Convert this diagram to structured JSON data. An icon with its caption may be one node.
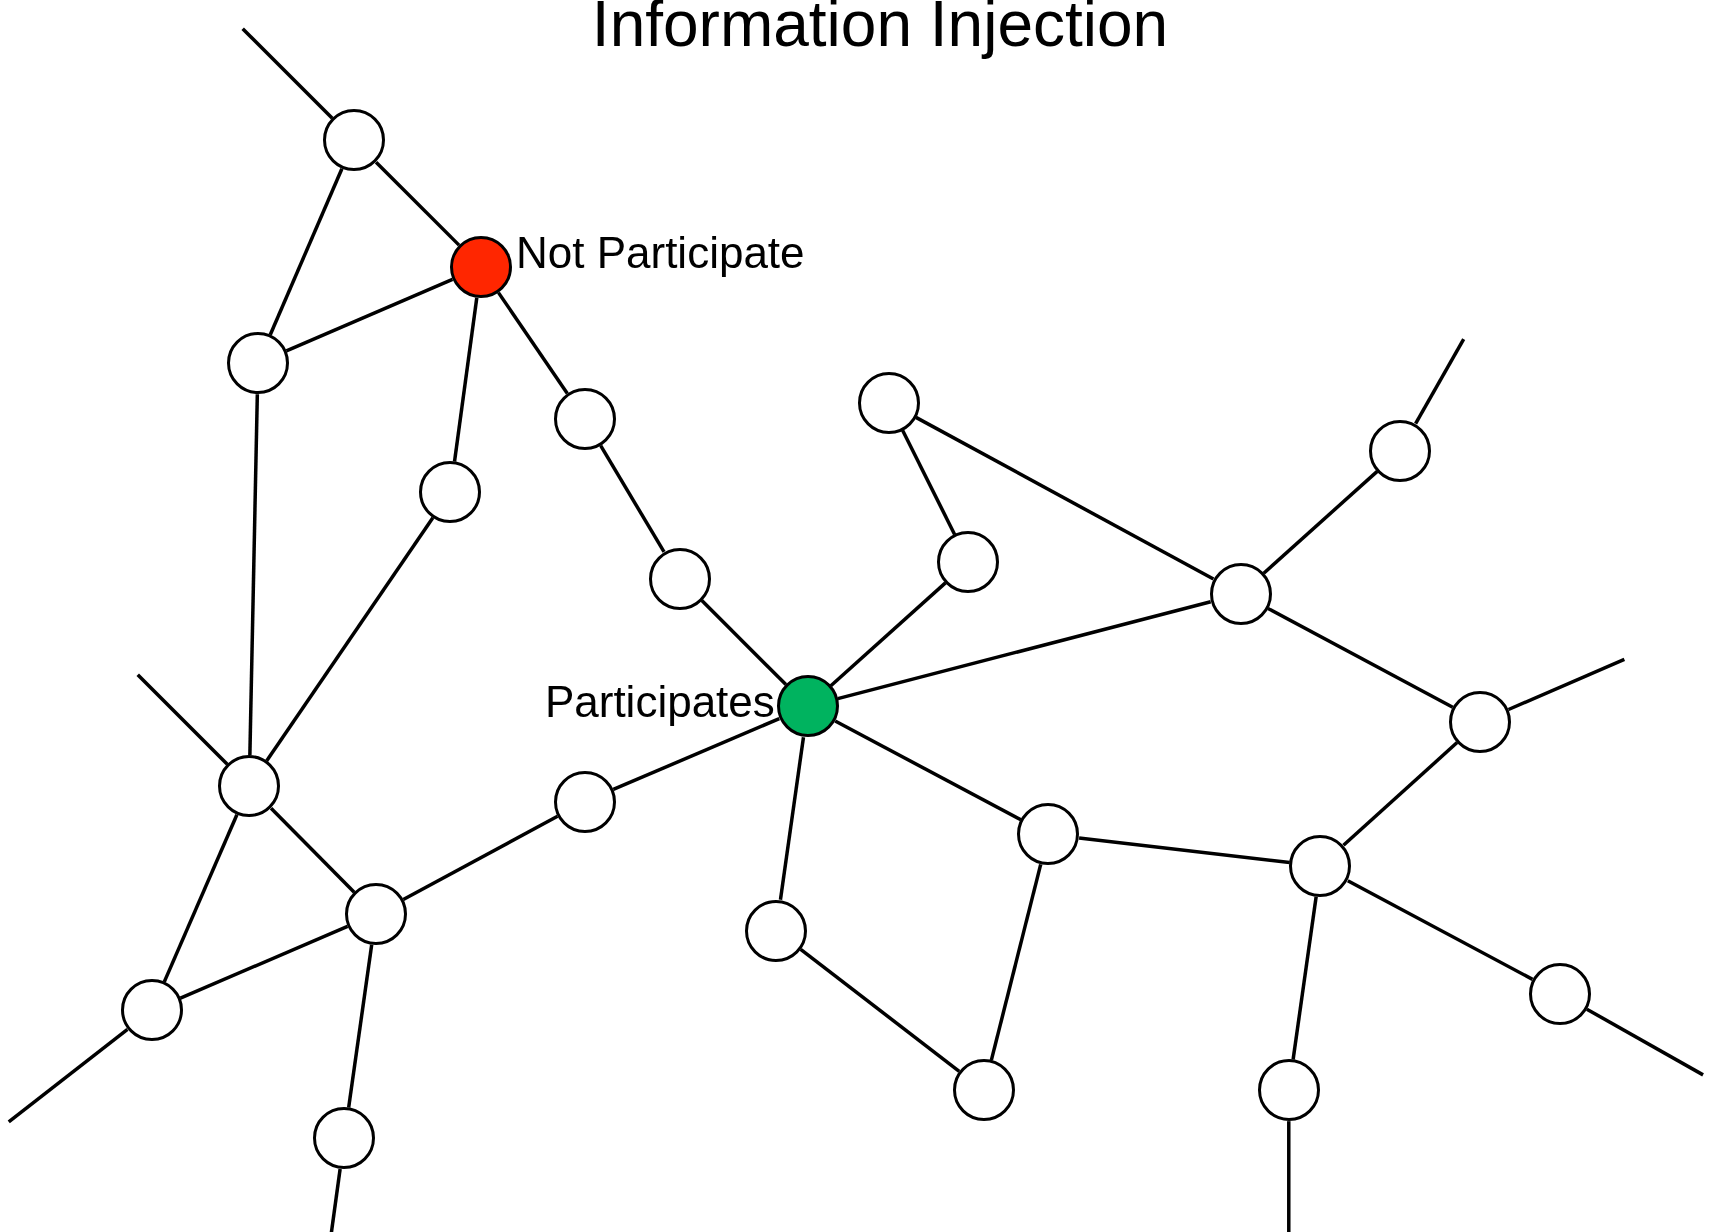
{
  "diagram": {
    "title": "Information Injection",
    "nodes": [
      {
        "text": [],
        "shape": "circle"
      },
      {
        "text": [],
        "shape": "circle",
        "beside": [
          "Not Participate"
        ]
      },
      {
        "text": [],
        "shape": "circle"
      },
      {
        "text": [],
        "shape": "circle"
      },
      {
        "text": [],
        "shape": "circle"
      },
      {
        "text": [],
        "shape": "circle"
      },
      {
        "text": [],
        "shape": "circle"
      },
      {
        "text": [],
        "shape": "circle"
      },
      {
        "text": [],
        "shape": "circle"
      },
      {
        "text": [],
        "shape": "circle"
      },
      {
        "text": [],
        "shape": "circle",
        "beside": [
          "Participates"
        ]
      },
      {
        "text": [],
        "shape": "circle"
      },
      {
        "text": [],
        "shape": "circle"
      },
      {
        "text": [],
        "shape": "circle"
      },
      {
        "text": [],
        "shape": "circle"
      },
      {
        "text": [],
        "shape": "circle"
      },
      {
        "text": [],
        "shape": "circle"
      },
      {
        "text": [],
        "shape": "circle"
      },
      {
        "text": [],
        "shape": "circle"
      },
      {
        "text": [],
        "shape": "circle"
      },
      {
        "text": [],
        "shape": "circle"
      },
      {
        "text": [],
        "shape": "circle"
      },
      {
        "text": [],
        "shape": "circle"
      }
    ],
    "edges": [
      {
        "from": 0,
        "to": null,
        "arrow": "none"
      },
      {
        "from": 0,
        "to": 1,
        "arrow": "none"
      },
      {
        "from": 0,
        "to": 2,
        "arrow": "none"
      },
      {
        "from": 1,
        "to": 2,
        "arrow": "none"
      },
      {
        "from": 1,
        "to": 3,
        "arrow": "none"
      },
      {
        "from": 1,
        "to": 4,
        "arrow": "none"
      },
      {
        "from": 2,
        "to": 12,
        "arrow": "none"
      },
      {
        "from": 4,
        "to": 12,
        "arrow": "none"
      },
      {
        "from": 3,
        "to": 7,
        "arrow": "none"
      },
      {
        "from": 7,
        "to": 10,
        "arrow": "none"
      },
      {
        "from": 5,
        "to": 8,
        "arrow": "none"
      },
      {
        "from": 5,
        "to": 9,
        "arrow": "none"
      },
      {
        "from": 8,
        "to": 10,
        "arrow": "none"
      },
      {
        "from": 6,
        "to": null,
        "arrow": "none"
      },
      {
        "from": 6,
        "to": 9,
        "arrow": "none"
      },
      {
        "from": 9,
        "to": 10,
        "arrow": "none"
      },
      {
        "from": 9,
        "to": 11,
        "arrow": "none"
      },
      {
        "from": 11,
        "to": null,
        "arrow": "none"
      },
      {
        "from": 10,
        "to": 13,
        "arrow": "none"
      },
      {
        "from": 10,
        "to": 14,
        "arrow": "none"
      },
      {
        "from": 10,
        "to": 17,
        "arrow": "none"
      },
      {
        "from": 11,
        "to": 15,
        "arrow": "none"
      },
      {
        "from": 12,
        "to": null,
        "arrow": "none"
      },
      {
        "from": 12,
        "to": 16,
        "arrow": "none"
      },
      {
        "from": 12,
        "to": 18,
        "arrow": "none"
      },
      {
        "from": 13,
        "to": 16,
        "arrow": "none"
      },
      {
        "from": 14,
        "to": 15,
        "arrow": "none"
      },
      {
        "from": 14,
        "to": 20,
        "arrow": "none"
      },
      {
        "from": 15,
        "to": 19,
        "arrow": "none"
      },
      {
        "from": 15,
        "to": 21,
        "arrow": "none"
      },
      {
        "from": 16,
        "to": 18,
        "arrow": "none"
      },
      {
        "from": 16,
        "to": 22,
        "arrow": "none"
      },
      {
        "from": 17,
        "to": 20,
        "arrow": "none"
      },
      {
        "from": 18,
        "to": null,
        "arrow": "none"
      },
      {
        "from": 19,
        "to": null,
        "arrow": "none"
      },
      {
        "from": 21,
        "to": null,
        "arrow": "none"
      },
      {
        "from": 22,
        "to": null,
        "arrow": "none"
      }
    ]
  }
}
